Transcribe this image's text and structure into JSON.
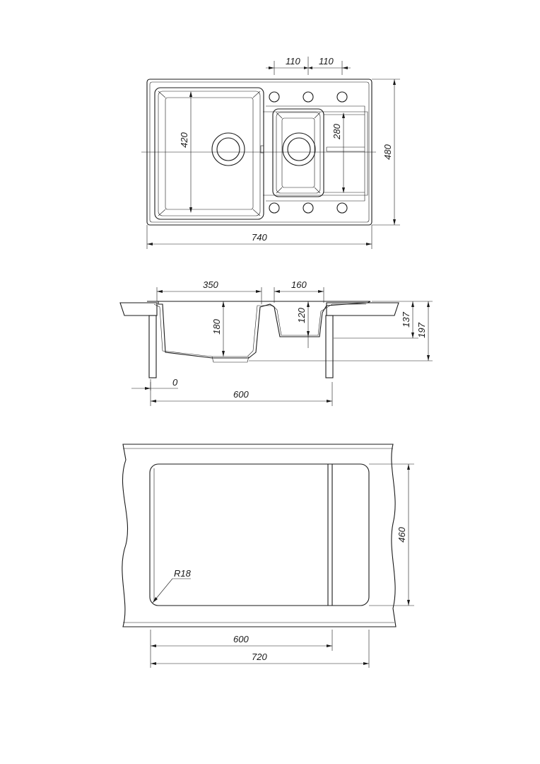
{
  "top_view": {
    "dim_hole_spacing_left": "110",
    "dim_hole_spacing_right": "110",
    "dim_main_bowl_depth": "420",
    "dim_small_bowl_depth": "280",
    "dim_overall_depth": "480",
    "dim_overall_width": "740"
  },
  "section_view": {
    "dim_main_bowl_width": "350",
    "dim_small_bowl_width": "160",
    "dim_main_bowl_height": "180",
    "dim_small_bowl_height": "120",
    "dim_height_137": "137",
    "dim_height_197": "197",
    "dim_offset": "0",
    "dim_cabinet_width": "600"
  },
  "cutout_view": {
    "dim_corner_radius": "R18",
    "dim_cutout_depth": "460",
    "dim_cabinet_width": "600",
    "dim_cutout_width": "720"
  }
}
